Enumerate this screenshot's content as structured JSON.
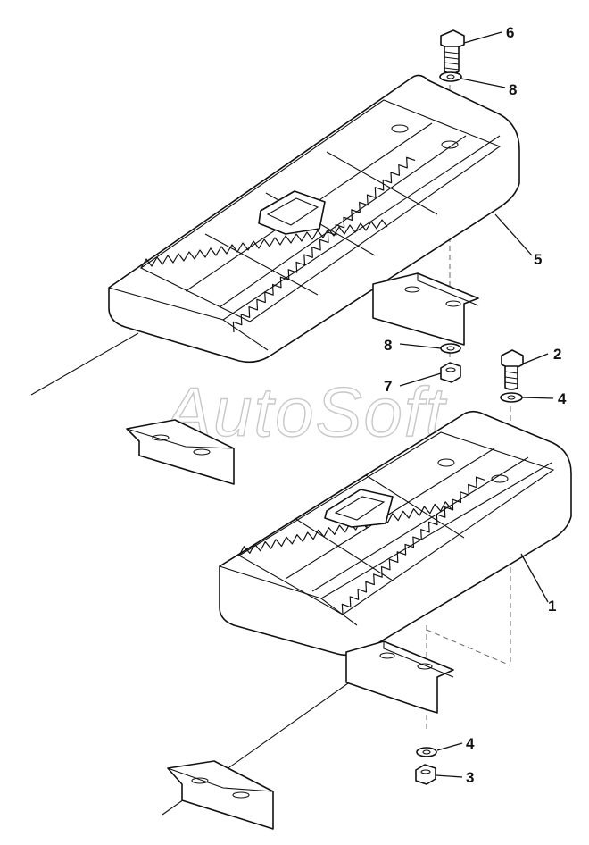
{
  "watermark": "AutoSoft",
  "callouts": {
    "c1": "1",
    "c2": "2",
    "c3": "3",
    "c4a": "4",
    "c4b": "4",
    "c5": "5",
    "c6": "6",
    "c7": "7",
    "c8a": "8",
    "c8b": "8"
  },
  "colors": {
    "line": "#111111",
    "watermark": "#c8c8c8",
    "background": "#ffffff"
  }
}
